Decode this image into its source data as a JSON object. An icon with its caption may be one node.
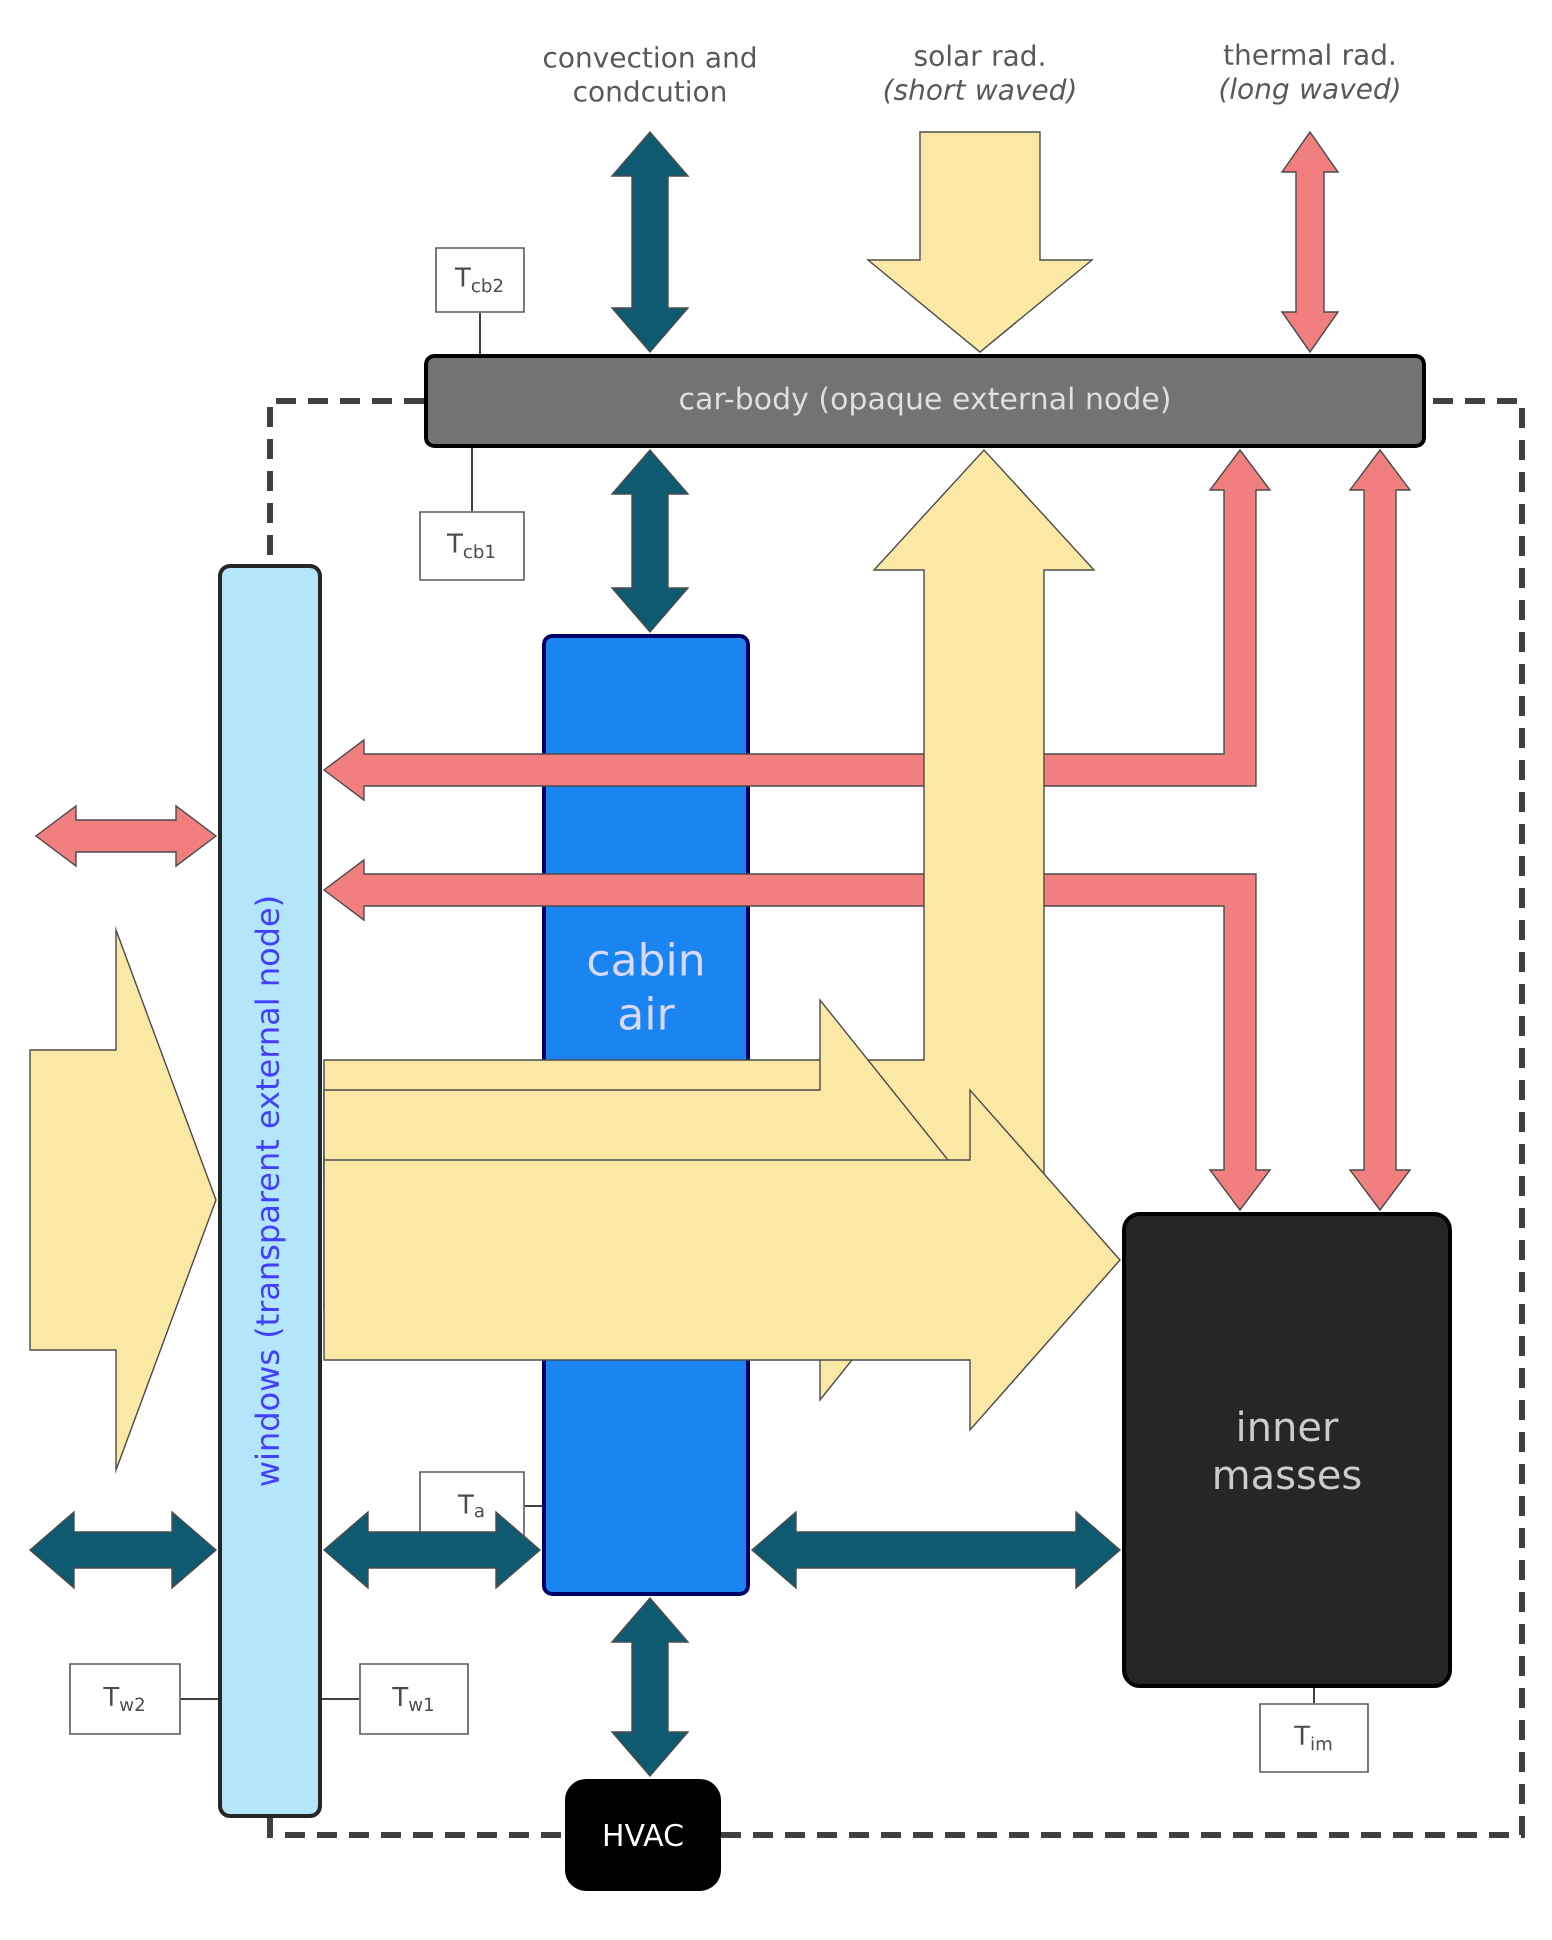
{
  "diagram": {
    "nodes": [
      {
        "text": [
          "convection and condcution"
        ]
      },
      {
        "text": [
          "solar rad. *(short waved)*"
        ]
      },
      {
        "text": [
          "thermal rad. *(long waved)*"
        ]
      },
      {
        "text": [
          "T$_{cb2}$"
        ]
      },
      {
        "text": [
          "car-body (opaque external node)"
        ]
      },
      {
        "text": [
          "T$_{cb1}$"
        ]
      },
      {
        "text": [
          "windows (transparent external node)"
        ]
      },
      {
        "text": [
          "cabin air"
        ]
      },
      {
        "text": [
          "T$_{a}$"
        ]
      },
      {
        "text": [
          "inner masses"
        ]
      },
      {
        "text": [
          "T$_{w2}$"
        ]
      },
      {
        "text": [
          "T$_{w1}$"
        ]
      },
      {
        "text": [
          "T$_{im}$"
        ]
      },
      {
        "text": [
          "HVAC"
        ]
      }
    ],
    "edges": [
      {
        "from": 0,
        "to": 4,
        "arrow": "both",
        "style": "thick",
        "color": "#0e5a70"
      },
      {
        "from": 1,
        "to": 4,
        "arrow": "to",
        "style": "thick",
        "color": "#fae8a4"
      },
      {
        "from": 2,
        "to": 4,
        "arrow": "both",
        "style": "thick",
        "color": "#f27f7f"
      },
      {
        "from": 3,
        "to": 4,
        "arrow": "none"
      },
      {
        "from": 5,
        "to": 4,
        "arrow": "none"
      },
      {
        "from": 4,
        "to": 7,
        "arrow": "both",
        "style": "thick",
        "color": "#0e5a70"
      },
      {
        "from": 4,
        "to": 6,
        "arrow": "both",
        "style": "thick",
        "color": "#f27f7f"
      },
      {
        "from": 4,
        "to": 9,
        "arrow": "both",
        "style": "thick",
        "color": "#f27f7f"
      },
      {
        "from": 6,
        "to": 9,
        "arrow": "both",
        "style": "thick",
        "color": "#f27f7f"
      },
      {
        "from": null,
        "to": 6,
        "arrow": "both",
        "style": "thick",
        "color": "#f27f7f"
      },
      {
        "from": 6,
        "to": 4,
        "arrow": "to",
        "style": "thick",
        "color": "#fae8a4"
      },
      {
        "from": null,
        "to": 6,
        "arrow": "to",
        "style": "thick",
        "color": "#fae8a4"
      },
      {
        "from": 6,
        "to": null,
        "arrow": "to",
        "style": "thick",
        "color": "#fae8a4"
      },
      {
        "from": 6,
        "to": 9,
        "arrow": "to",
        "style": "thick",
        "color": "#fae8a4"
      },
      {
        "from": null,
        "to": 6,
        "arrow": "both",
        "style": "thick",
        "color": "#0e5a70"
      },
      {
        "from": 6,
        "to": 7,
        "arrow": "both",
        "style": "thick",
        "color": "#0e5a70"
      },
      {
        "from": 7,
        "to": 9,
        "arrow": "both",
        "style": "thick",
        "color": "#0e5a70"
      },
      {
        "from": 7,
        "to": 13,
        "arrow": "both",
        "style": "thick",
        "color": "#0e5a70"
      },
      {
        "from": 8,
        "to": 7,
        "arrow": "none"
      },
      {
        "from": 10,
        "to": 6,
        "arrow": "none"
      },
      {
        "from": 11,
        "to": 6,
        "arrow": "none"
      },
      {
        "from": 12,
        "to": 9,
        "arrow": "none"
      },
      {
        "from": 4,
        "to": 6,
        "arrow": "none",
        "style": "dashed"
      },
      {
        "from": 6,
        "to": 13,
        "arrow": "none",
        "style": "dashed"
      },
      {
        "from": 13,
        "to": 4,
        "arrow": "none",
        "style": "dashed"
      }
    ]
  }
}
